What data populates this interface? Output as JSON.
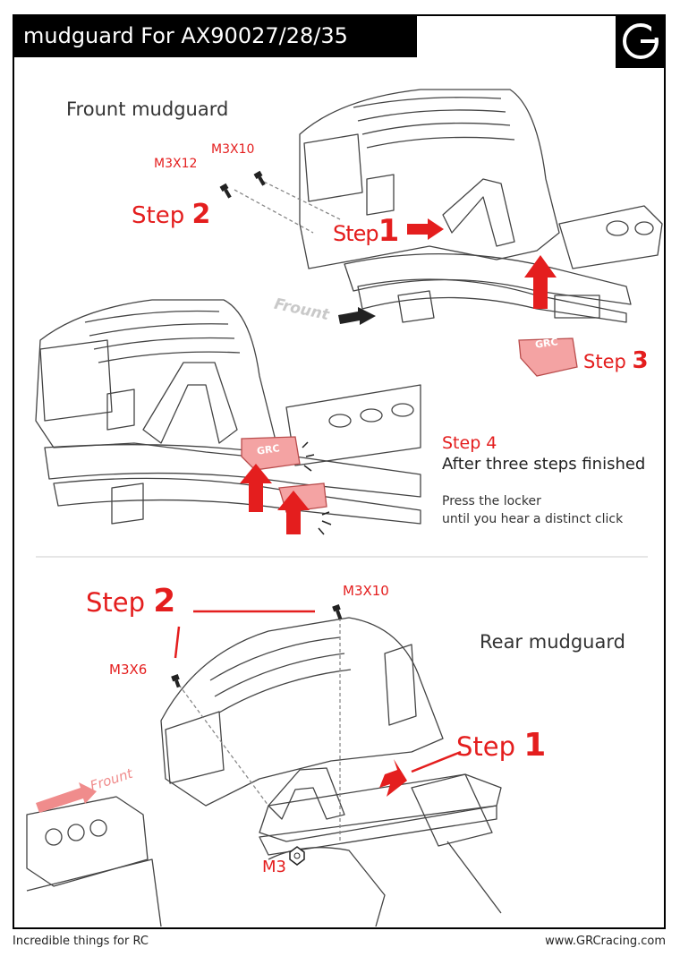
{
  "header": {
    "title": "mudguard For AX90027/28/35"
  },
  "logo": {
    "icon": "grc-g-logo-icon",
    "letter": "G"
  },
  "front": {
    "title": "Frount mudguard",
    "screw_a": "M3X12",
    "screw_b": "M3X10",
    "step2_word": "Step",
    "step2_num": "2",
    "step1_word": "Step",
    "step1_num": "1",
    "step3_word": "Step",
    "step3_num": "3",
    "direction_text": "Frount",
    "locker_text": "GRC",
    "step4_title": "Step 4",
    "step4_sub": "After three steps finished",
    "note_line1": "Press the locker",
    "note_line2": "until you hear a distinct click"
  },
  "rear": {
    "title": "Rear mudguard",
    "step2_word": "Step",
    "step2_num": "2",
    "step1_word": "Step",
    "step1_num": "1",
    "screw_top": "M3X10",
    "screw_left": "M3X6",
    "nut": "M3",
    "direction_text": "Frount"
  },
  "footer": {
    "left": "Incredible things for RC",
    "right": "www.GRCracing.com"
  },
  "colors": {
    "accent": "#e41e1e",
    "locker": "#f4a3a3",
    "header_bg": "#000000"
  }
}
